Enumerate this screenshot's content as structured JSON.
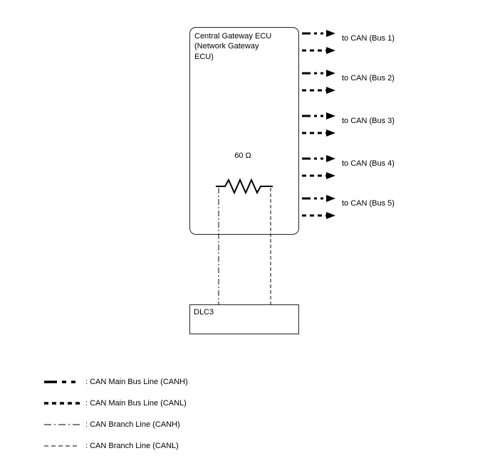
{
  "diagram": {
    "ecu": {
      "label": "Central Gateway ECU (Network Gateway ECU)"
    },
    "resistor": {
      "value": "60 Ω"
    },
    "dlc": {
      "label": "DLC3"
    },
    "buses": [
      {
        "label": "to CAN (Bus 1)"
      },
      {
        "label": "to CAN (Bus 2)"
      },
      {
        "label": "to CAN (Bus 3)"
      },
      {
        "label": "to CAN (Bus 4)"
      },
      {
        "label": "to CAN (Bus 5)"
      }
    ]
  },
  "legend": {
    "items": [
      {
        "label": ": CAN Main Bus Line (CANH)",
        "style": "main-canh"
      },
      {
        "label": ": CAN Main Bus Line (CANL)",
        "style": "main-canl"
      },
      {
        "label": ": CAN Branch Line (CANH)",
        "style": "branch-canh"
      },
      {
        "label": ": CAN Branch Line (CANL)",
        "style": "branch-canl"
      }
    ]
  },
  "colors": {
    "line": "#000000",
    "background": "#ffffff",
    "text": "#000000"
  }
}
